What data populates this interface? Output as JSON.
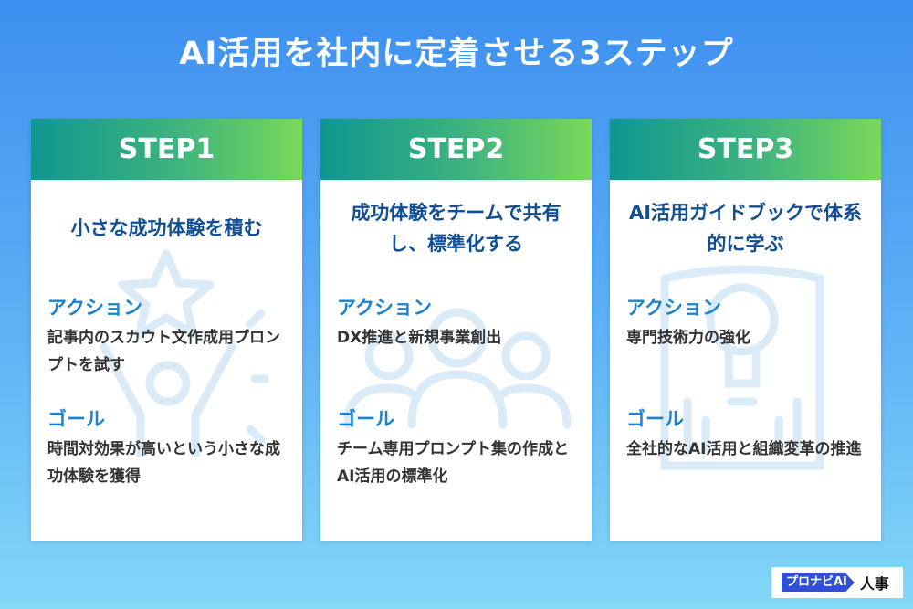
{
  "title": "AI活用を社内に定着させる3ステップ",
  "steps": [
    {
      "header": "STEP1",
      "subtitle": "小さな成功体験を積む",
      "action_label": "アクション",
      "action": "記事内のスカウト文作成用プロンプトを試す",
      "goal_label": "ゴール",
      "goal": "時間対効果が高いという小さな成功体験を獲得",
      "icon": "celebrating-person-star-icon"
    },
    {
      "header": "STEP2",
      "subtitle": "成功体験をチームで共有し、標準化する",
      "action_label": "アクション",
      "action": "DX推進と新規事業創出",
      "goal_label": "ゴール",
      "goal": "チーム専用プロンプト集の作成とAI活用の標準化",
      "icon": "team-people-icon"
    },
    {
      "header": "STEP3",
      "subtitle": "AI活用ガイドブックで体系的に学ぶ",
      "action_label": "アクション",
      "action": "専門技術力の強化",
      "goal_label": "ゴール",
      "goal": "全社的なAI活用と組織変革の推進",
      "icon": "lightbulb-book-icon"
    }
  ],
  "logo": {
    "mark": "プロナビAI",
    "text": "人事"
  },
  "colors": {
    "accent": "#1b84d2",
    "subtitle": "#114e93",
    "icon": "#d6e9f7"
  }
}
